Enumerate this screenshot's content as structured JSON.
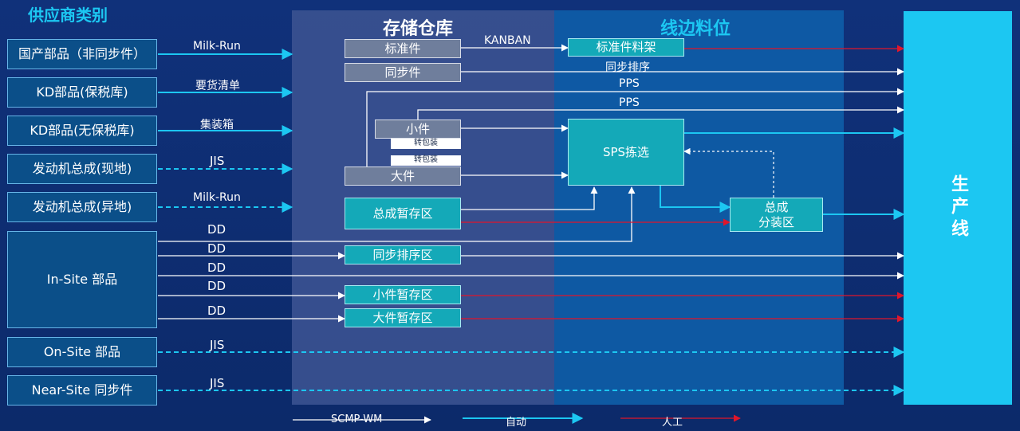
{
  "supplier_title": "供应商类别",
  "zones": {
    "storage": "存储仓库",
    "lineside": "线边料位",
    "production": "生产线"
  },
  "suppliers": [
    "国产部品（非同步件）",
    "KD部品(保税库)",
    "KD部品(无保税库)",
    "发动机总成(现地)",
    "发动机总成(异地)",
    "In-Site 部品",
    "On-Site 部品",
    "Near-Site 同步件"
  ],
  "storage_boxes": {
    "standard": "标准件",
    "sync": "同步件",
    "small": "小件",
    "repack1": "转包装",
    "repack2": "转包装",
    "large": "大件",
    "assy_buffer": "总成暂存区",
    "sync_seq": "同步排序区",
    "small_buffer": "小件暂存区",
    "large_buffer": "大件暂存区"
  },
  "line_boxes": {
    "std_rack": "标准件料架",
    "sps": "SPS拣选",
    "assy_sub_1": "总成",
    "assy_sub_2": "分装区"
  },
  "flow_labels": {
    "milkrun1": "Milk-Run",
    "order_list": "要货清单",
    "container": "集装箱",
    "jis1": "JIS",
    "milkrun2": "Milk-Run",
    "dd1": "DD",
    "dd2": "DD",
    "dd3": "DD",
    "dd4": "DD",
    "dd5": "DD",
    "jis2": "JIS",
    "jis3": "JIS",
    "kanban": "KANBAN",
    "sync_sort": "同步排序",
    "pps1": "PPS",
    "pps2": "PPS"
  },
  "legend": {
    "wm": "SCMP-WM",
    "auto": "自动",
    "manual": "人工"
  },
  "colors": {
    "white_flow": "#ffffff",
    "auto_flow": "#1cc7f2",
    "manual_flow": "#e0162b",
    "accent": "#1cc7f2"
  }
}
